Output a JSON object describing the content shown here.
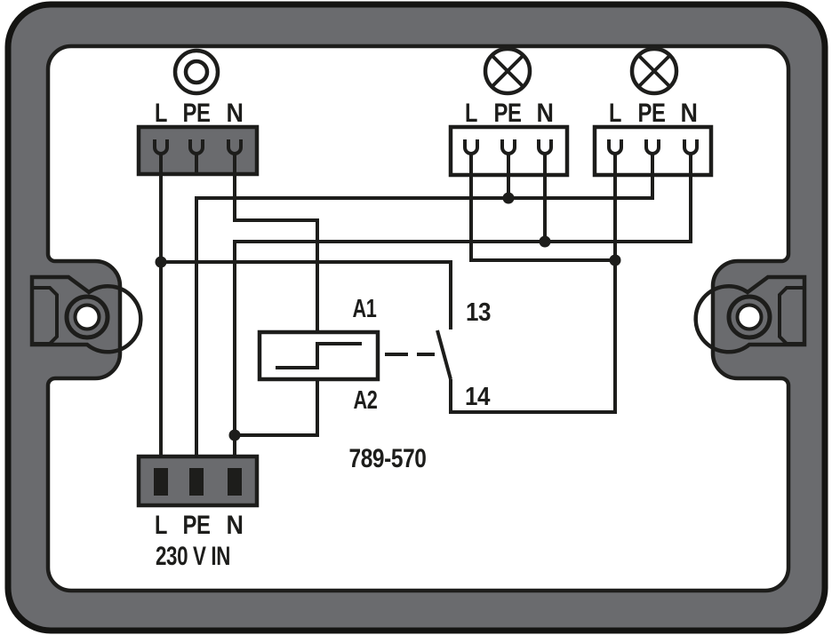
{
  "colors": {
    "frame_gray": "#6a6b6e",
    "line_black": "#1d1d1b",
    "white": "#ffffff"
  },
  "blocks": {
    "switch_feed": {
      "terminals": [
        "L",
        "PE",
        "N"
      ]
    },
    "lamp_output_1": {
      "terminals": [
        "L",
        "PE",
        "N"
      ]
    },
    "lamp_output_2": {
      "terminals": [
        "L",
        "PE",
        "N"
      ]
    },
    "supply_input": {
      "terminals": [
        "L",
        "PE",
        "N"
      ],
      "caption": "230 V IN"
    }
  },
  "relay": {
    "model": "789-570",
    "coil_top": "A1",
    "coil_bottom": "A2",
    "contact_top": "13",
    "contact_bottom": "14"
  }
}
